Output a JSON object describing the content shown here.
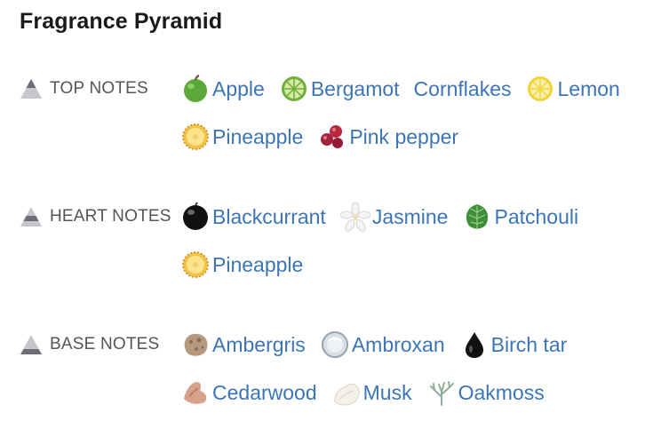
{
  "page": {
    "title": "Fragrance Pyramid"
  },
  "sections": {
    "top": {
      "label": "TOP NOTES",
      "notes": [
        {
          "name": "Apple",
          "icon": "apple-icon"
        },
        {
          "name": "Bergamot",
          "icon": "bergamot-icon"
        },
        {
          "name": "Cornflakes",
          "icon": ""
        },
        {
          "name": "Lemon",
          "icon": "lemon-icon"
        },
        {
          "name": "Pineapple",
          "icon": "pineapple-icon"
        },
        {
          "name": "Pink pepper",
          "icon": "pink-pepper-icon"
        }
      ]
    },
    "heart": {
      "label": "HEART NOTES",
      "notes": [
        {
          "name": "Blackcurrant",
          "icon": "blackcurrant-icon"
        },
        {
          "name": "Jasmine",
          "icon": "jasmine-icon"
        },
        {
          "name": "Patchouli",
          "icon": "patchouli-icon"
        },
        {
          "name": "Pineapple",
          "icon": "pineapple-icon"
        }
      ]
    },
    "base": {
      "label": "BASE NOTES",
      "notes": [
        {
          "name": "Ambergris",
          "icon": "ambergris-icon"
        },
        {
          "name": "Ambroxan",
          "icon": "ambroxan-icon"
        },
        {
          "name": "Birch tar",
          "icon": "birch-tar-icon"
        },
        {
          "name": "Cedarwood",
          "icon": "cedarwood-icon"
        },
        {
          "name": "Musk",
          "icon": "musk-icon"
        },
        {
          "name": "Oakmoss",
          "icon": "oakmoss-icon"
        }
      ]
    }
  },
  "colors": {
    "title": "#1a1a1a",
    "label": "#555555",
    "link": "#3c75b6",
    "pyramid_light": "#c6c6cc",
    "pyramid_dark": "#6d6d78"
  }
}
